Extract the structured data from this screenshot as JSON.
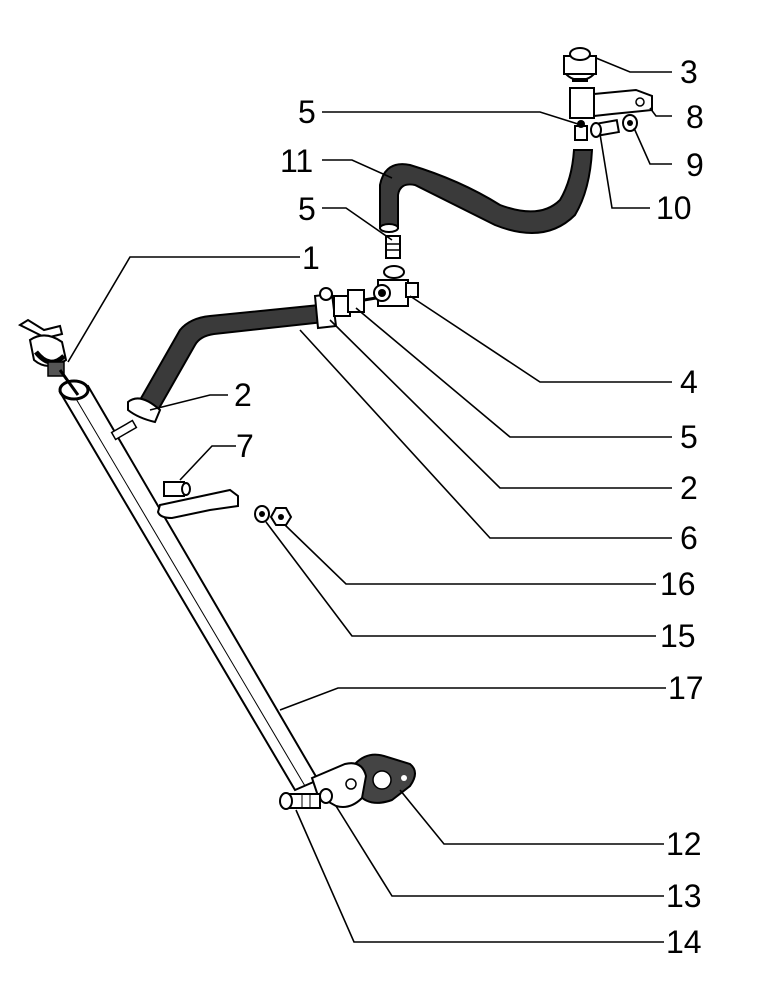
{
  "diagram": {
    "callouts": [
      {
        "id": "3",
        "text": "3"
      },
      {
        "id": "8",
        "text": "8"
      },
      {
        "id": "5a",
        "text": "5"
      },
      {
        "id": "11",
        "text": "11"
      },
      {
        "id": "9",
        "text": "9"
      },
      {
        "id": "10",
        "text": "10"
      },
      {
        "id": "5b",
        "text": "5"
      },
      {
        "id": "1",
        "text": "1"
      },
      {
        "id": "4",
        "text": "4"
      },
      {
        "id": "2a",
        "text": "2"
      },
      {
        "id": "5c",
        "text": "5"
      },
      {
        "id": "7",
        "text": "7"
      },
      {
        "id": "2b",
        "text": "2"
      },
      {
        "id": "6",
        "text": "6"
      },
      {
        "id": "16",
        "text": "16"
      },
      {
        "id": "15",
        "text": "15"
      },
      {
        "id": "17",
        "text": "17"
      },
      {
        "id": "12",
        "text": "12"
      },
      {
        "id": "13",
        "text": "13"
      },
      {
        "id": "14",
        "text": "14"
      }
    ]
  }
}
